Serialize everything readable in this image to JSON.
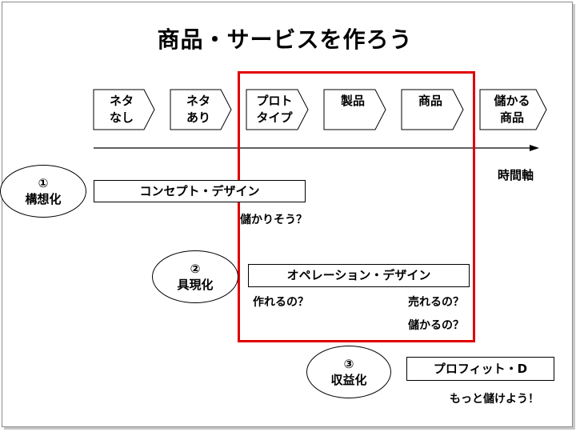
{
  "title": "商品・サービスを作ろう",
  "stages": [
    {
      "line1": "ネタ",
      "line2": "なし"
    },
    {
      "line1": "ネタ",
      "line2": "あり"
    },
    {
      "line1": "プロト",
      "line2": "タイプ"
    },
    {
      "line1": "製品",
      "line2": ""
    },
    {
      "line1": "商品",
      "line2": ""
    },
    {
      "line1": "儲かる",
      "line2": "商品"
    }
  ],
  "time_axis_label": "時間軸",
  "phases": [
    {
      "number": "①",
      "name": "構想化",
      "design": "コンセプト・デザイン"
    },
    {
      "number": "②",
      "name": "具現化",
      "design": "オペレーション・デザイン"
    },
    {
      "number": "③",
      "name": "収益化",
      "design": "プロフィット・D"
    }
  ],
  "questions": {
    "will_it_profit": "儲かりそう？",
    "can_we_make": "作れるの？",
    "will_it_sell": "売れるの？",
    "is_it_profitable": "儲かるの？",
    "profit_more": "もっと儲けよう！"
  },
  "colors": {
    "highlight": "#e00000",
    "line": "#000000"
  }
}
